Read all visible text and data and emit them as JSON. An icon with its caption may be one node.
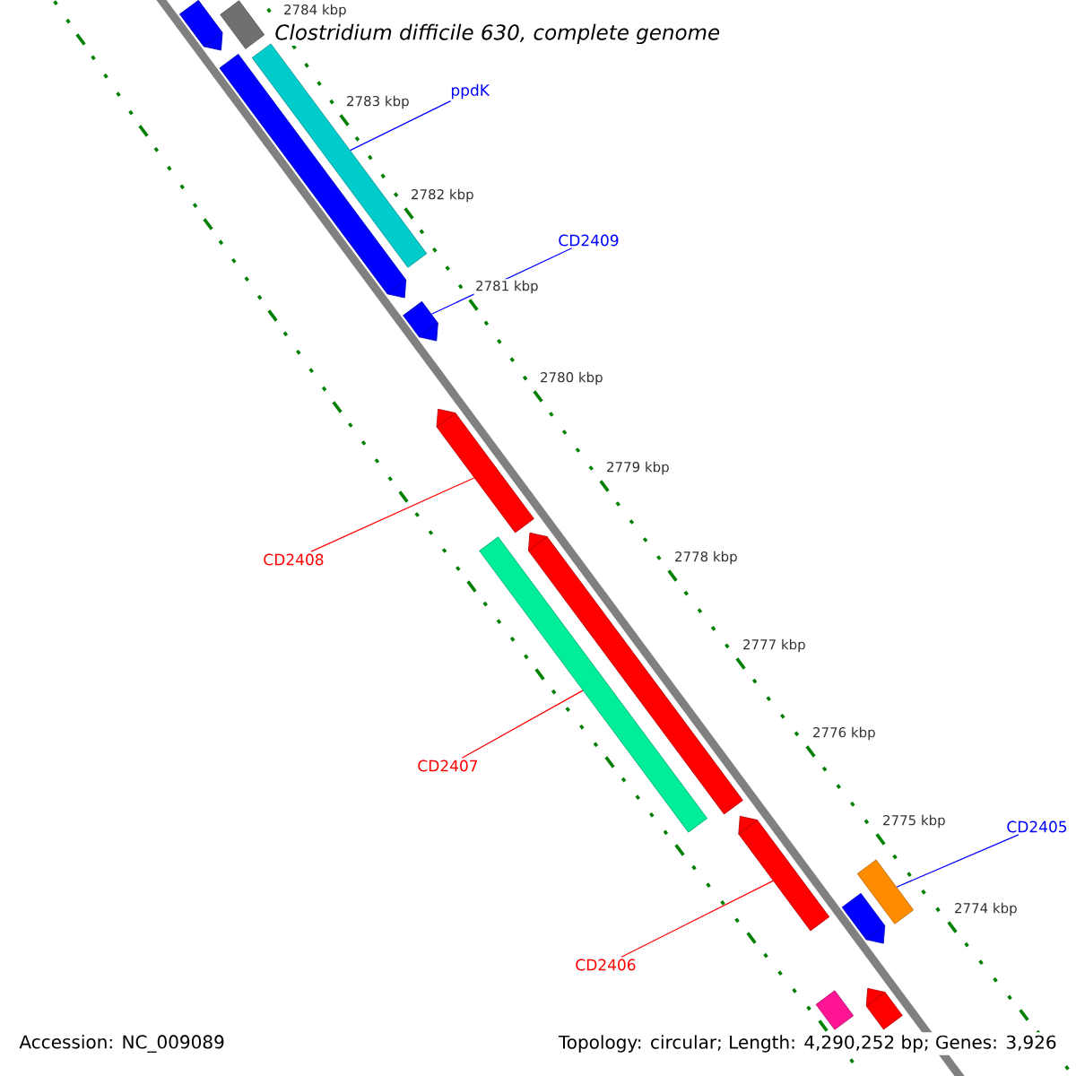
{
  "diagram": {
    "title": "Clostridium difficile 630, complete genome",
    "nodes": [
      {
        "text": [
          "ppdK"
        ]
      },
      {
        "text": [
          "CD2409"
        ]
      },
      {
        "text": [
          "CD2408"
        ]
      },
      {
        "text": [
          "CD2407"
        ]
      },
      {
        "text": [
          "CD2406"
        ]
      },
      {
        "text": [
          "CD2405"
        ]
      },
      {
        "text": [],
        "shape": "bar"
      },
      {
        "text": [],
        "shape": "pentagon"
      },
      {
        "text": [],
        "shape": "bar"
      },
      {
        "text": [],
        "shape": "pentagon"
      },
      {
        "text": [],
        "shape": "pentagon"
      },
      {
        "text": [],
        "shape": "pentagon"
      },
      {
        "text": [],
        "shape": "pentagon"
      },
      {
        "text": [],
        "shape": "bar"
      },
      {
        "text": [],
        "shape": "pentagon"
      },
      {
        "text": [],
        "shape": "bar"
      },
      {
        "text": [],
        "shape": "pentagon"
      },
      {
        "text": [],
        "shape": "pentagon"
      },
      {
        "text": [],
        "shape": "bar"
      }
    ],
    "edges": [
      {
        "from": 0,
        "to": 8,
        "arrow": "none",
        "color": "#0000ff"
      },
      {
        "from": 1,
        "to": 10,
        "arrow": "none",
        "color": "#0000ff"
      },
      {
        "from": 2,
        "to": 11,
        "arrow": "none",
        "color": "#ff0000"
      },
      {
        "from": 3,
        "to": 13,
        "arrow": "none",
        "color": "#ff0000"
      },
      {
        "from": 4,
        "to": 14,
        "arrow": "none",
        "color": "#ff0000"
      },
      {
        "from": 5,
        "to": 15,
        "arrow": "none",
        "color": "#0000ff"
      }
    ],
    "labels": [
      "2784 kbp",
      "2783 kbp",
      "2782 kbp",
      "2781 kbp",
      "2780 kbp",
      "2779 kbp",
      "2778 kbp",
      "2777 kbp",
      "2776 kbp",
      "2775 kbp",
      "2774 kbp",
      "Accession: NC_009089",
      "Topology: circular; Length: 4,290,252 bp; Genes: 3,926"
    ]
  }
}
